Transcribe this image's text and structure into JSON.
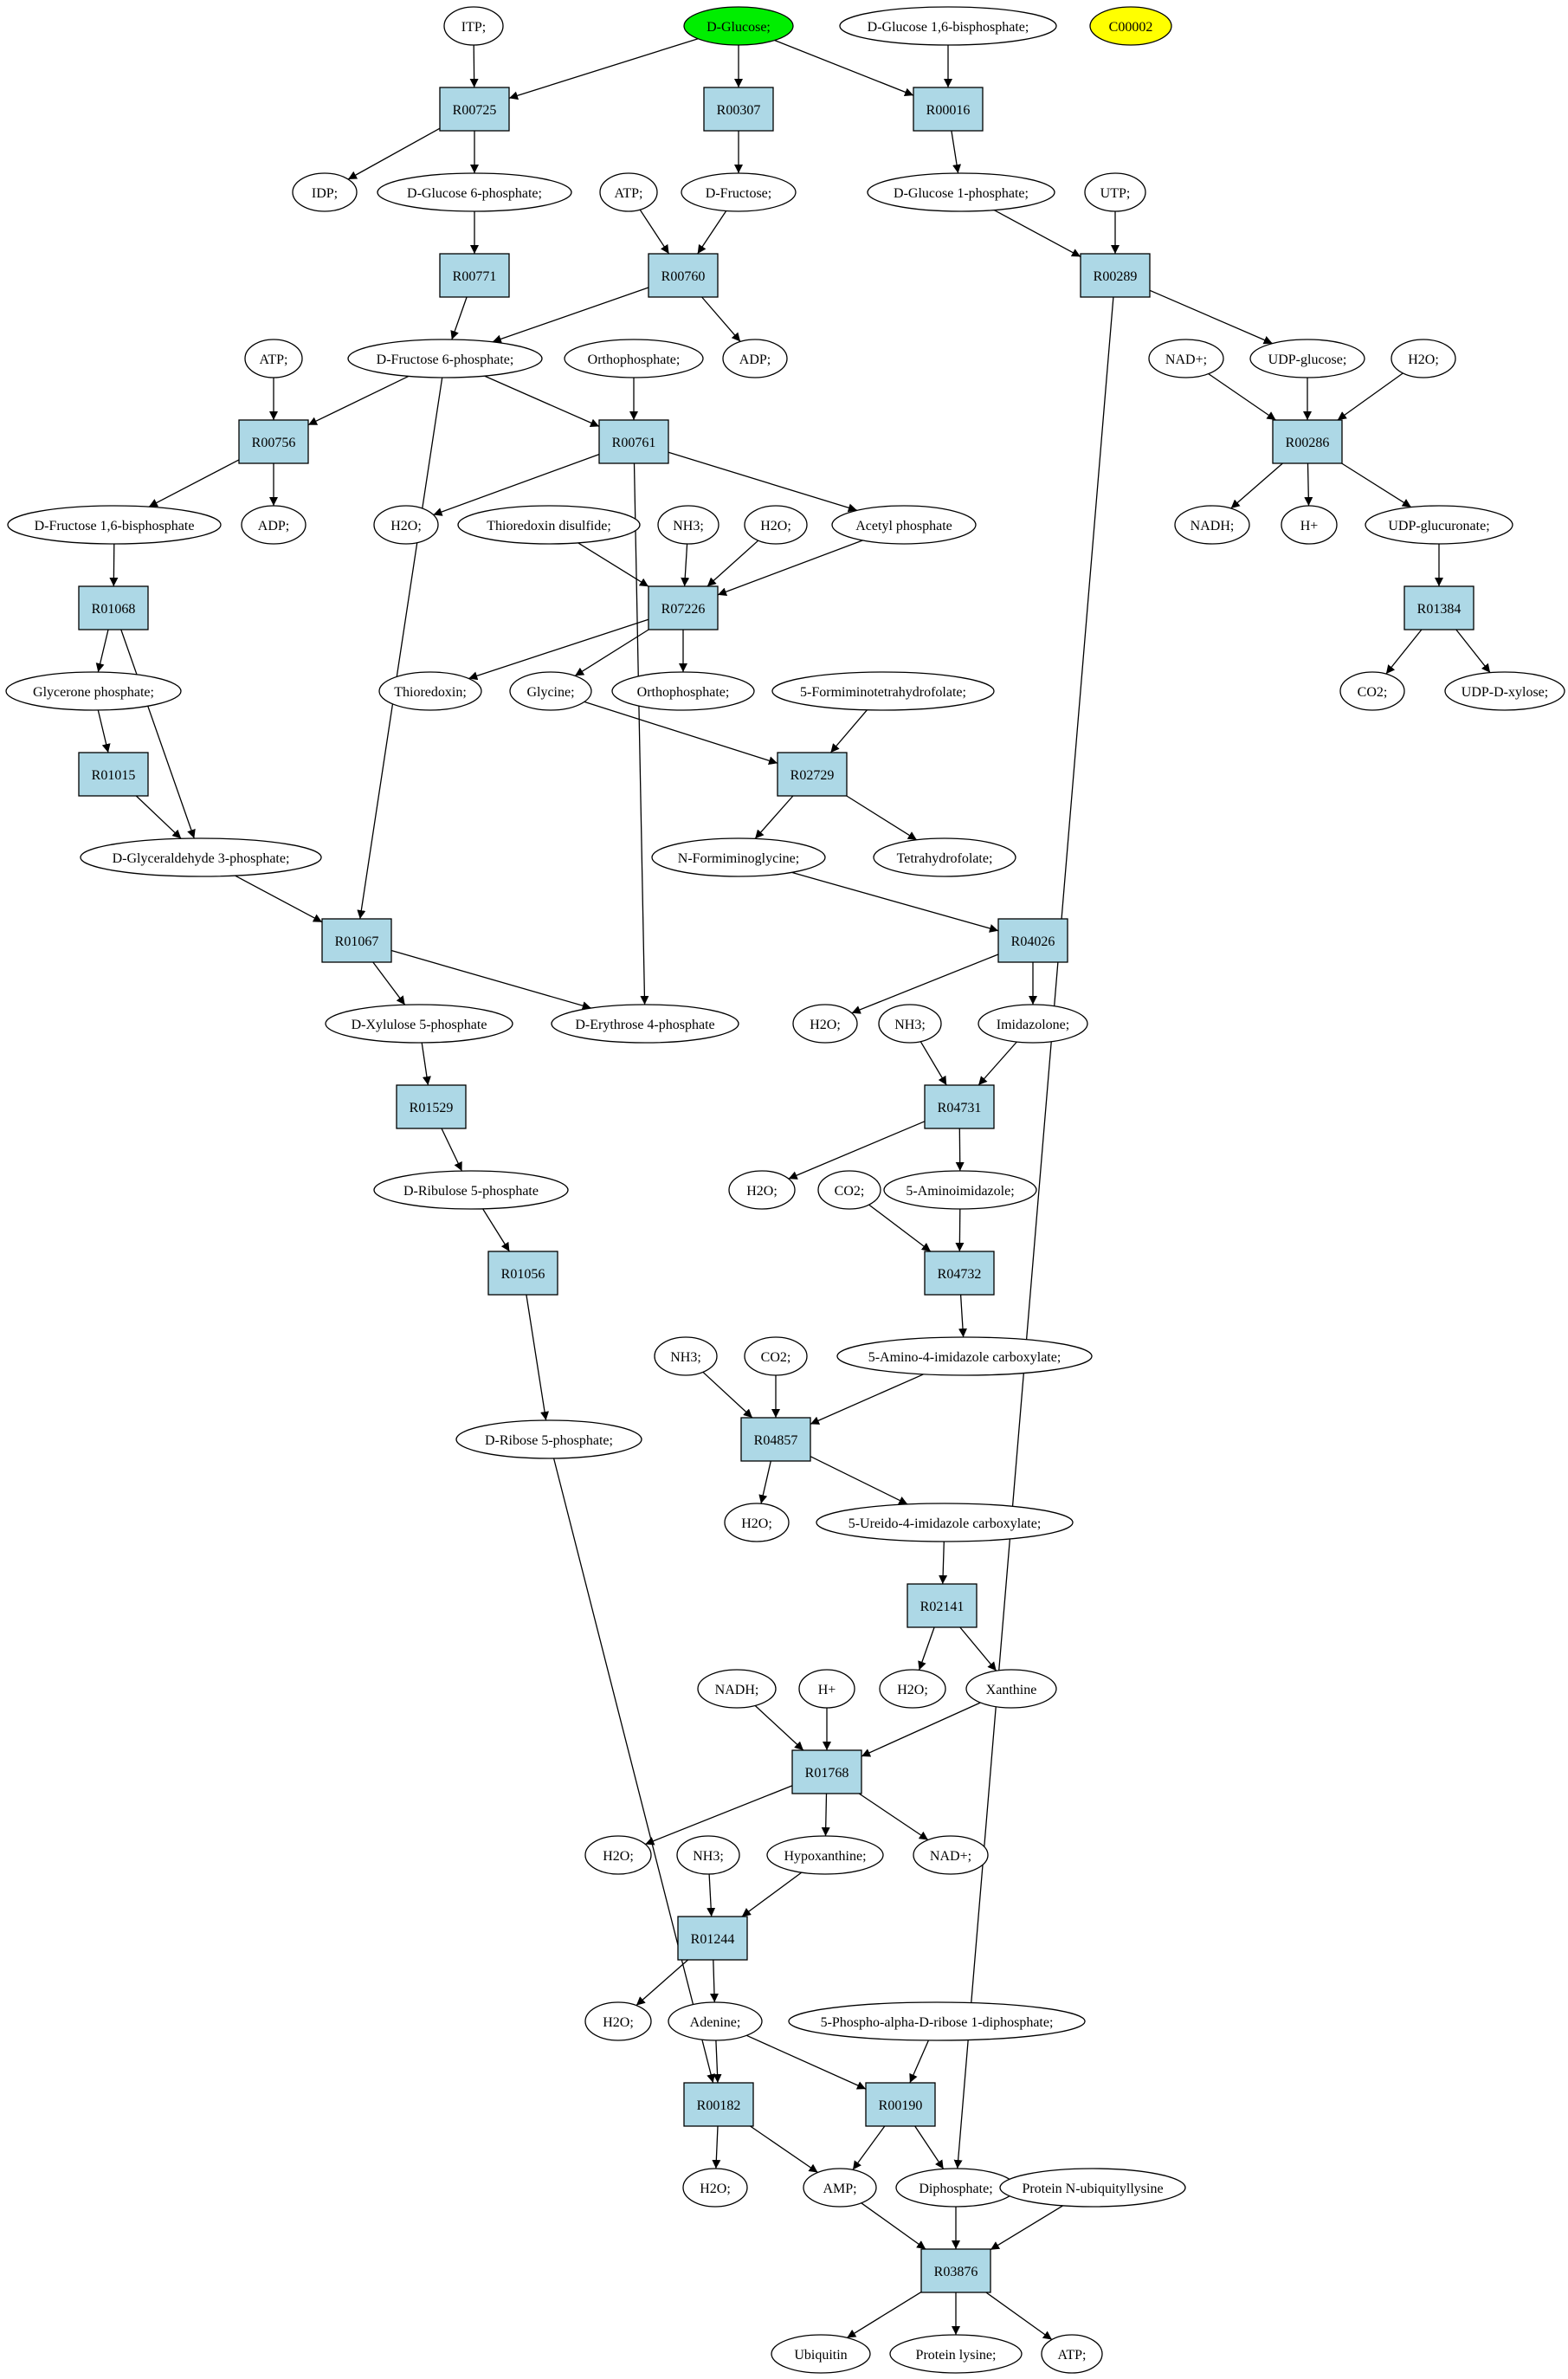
{
  "styles": {
    "reaction_fill": "#add8e6",
    "compound_fill": "#ffffff",
    "start_fill": "#00ee00",
    "highlight_fill": "#ffff00",
    "stroke": "#000000"
  },
  "nodes": [
    {
      "id": "itp",
      "label": "ITP;",
      "kind": "compound"
    },
    {
      "id": "glucose",
      "label": "D-Glucose;",
      "kind": "start"
    },
    {
      "id": "g16bp",
      "label": "D-Glucose 1,6-bisphosphate;",
      "kind": "compound"
    },
    {
      "id": "c00002",
      "label": "C00002",
      "kind": "highlight"
    },
    {
      "id": "R00725",
      "label": "R00725",
      "kind": "reaction"
    },
    {
      "id": "R00307",
      "label": "R00307",
      "kind": "reaction"
    },
    {
      "id": "R00016",
      "label": "R00016",
      "kind": "reaction"
    },
    {
      "id": "idp",
      "label": "IDP;",
      "kind": "compound"
    },
    {
      "id": "g6p",
      "label": "D-Glucose 6-phosphate;",
      "kind": "compound"
    },
    {
      "id": "atp1",
      "label": "ATP;",
      "kind": "compound"
    },
    {
      "id": "fructose",
      "label": "D-Fructose;",
      "kind": "compound"
    },
    {
      "id": "g1p",
      "label": "D-Glucose 1-phosphate;",
      "kind": "compound"
    },
    {
      "id": "utp",
      "label": "UTP;",
      "kind": "compound"
    },
    {
      "id": "R00771",
      "label": "R00771",
      "kind": "reaction"
    },
    {
      "id": "R00760",
      "label": "R00760",
      "kind": "reaction"
    },
    {
      "id": "R00289",
      "label": "R00289",
      "kind": "reaction"
    },
    {
      "id": "atp2",
      "label": "ATP;",
      "kind": "compound"
    },
    {
      "id": "f6p",
      "label": "D-Fructose 6-phosphate;",
      "kind": "compound"
    },
    {
      "id": "ortho1",
      "label": "Orthophosphate;",
      "kind": "compound"
    },
    {
      "id": "adp1",
      "label": "ADP;",
      "kind": "compound"
    },
    {
      "id": "nad1",
      "label": "NAD+;",
      "kind": "compound"
    },
    {
      "id": "udpglc",
      "label": "UDP-glucose;",
      "kind": "compound"
    },
    {
      "id": "h2o_a",
      "label": "H2O;",
      "kind": "compound"
    },
    {
      "id": "R00756",
      "label": "R00756",
      "kind": "reaction"
    },
    {
      "id": "R00761",
      "label": "R00761",
      "kind": "reaction"
    },
    {
      "id": "R00286",
      "label": "R00286",
      "kind": "reaction"
    },
    {
      "id": "f16bp",
      "label": "D-Fructose 1,6-bisphosphate",
      "kind": "compound"
    },
    {
      "id": "adp2",
      "label": "ADP;",
      "kind": "compound"
    },
    {
      "id": "h2o_b",
      "label": "H2O;",
      "kind": "compound"
    },
    {
      "id": "trxss",
      "label": "Thioredoxin disulfide;",
      "kind": "compound"
    },
    {
      "id": "nh3_a",
      "label": "NH3;",
      "kind": "compound"
    },
    {
      "id": "h2o_c",
      "label": "H2O;",
      "kind": "compound"
    },
    {
      "id": "acp",
      "label": "Acetyl phosphate",
      "kind": "compound"
    },
    {
      "id": "nadh1",
      "label": "NADH;",
      "kind": "compound"
    },
    {
      "id": "hplus1",
      "label": "H+",
      "kind": "compound"
    },
    {
      "id": "udpglcA",
      "label": "UDP-glucuronate;",
      "kind": "compound"
    },
    {
      "id": "R01068",
      "label": "R01068",
      "kind": "reaction"
    },
    {
      "id": "R07226",
      "label": "R07226",
      "kind": "reaction"
    },
    {
      "id": "R01384",
      "label": "R01384",
      "kind": "reaction"
    },
    {
      "id": "glycp",
      "label": "Glycerone phosphate;",
      "kind": "compound"
    },
    {
      "id": "trx",
      "label": "Thioredoxin;",
      "kind": "compound"
    },
    {
      "id": "glycine",
      "label": "Glycine;",
      "kind": "compound"
    },
    {
      "id": "ortho2",
      "label": "Orthophosphate;",
      "kind": "compound"
    },
    {
      "id": "fthf",
      "label": "5-Formiminotetrahydrofolate;",
      "kind": "compound"
    },
    {
      "id": "co2_a",
      "label": "CO2;",
      "kind": "compound"
    },
    {
      "id": "udpxyl",
      "label": "UDP-D-xylose;",
      "kind": "compound"
    },
    {
      "id": "R01015",
      "label": "R01015",
      "kind": "reaction"
    },
    {
      "id": "R02729",
      "label": "R02729",
      "kind": "reaction"
    },
    {
      "id": "g3p",
      "label": "D-Glyceraldehyde 3-phosphate;",
      "kind": "compound"
    },
    {
      "id": "nfg",
      "label": "N-Formiminoglycine;",
      "kind": "compound"
    },
    {
      "id": "thf",
      "label": "Tetrahydrofolate;",
      "kind": "compound"
    },
    {
      "id": "R01067",
      "label": "R01067",
      "kind": "reaction"
    },
    {
      "id": "R04026",
      "label": "R04026",
      "kind": "reaction"
    },
    {
      "id": "x5p",
      "label": "D-Xylulose 5-phosphate",
      "kind": "compound"
    },
    {
      "id": "e4p",
      "label": "D-Erythrose 4-phosphate",
      "kind": "compound"
    },
    {
      "id": "h2o_d",
      "label": "H2O;",
      "kind": "compound"
    },
    {
      "id": "nh3_b",
      "label": "NH3;",
      "kind": "compound"
    },
    {
      "id": "imidazolone",
      "label": "Imidazolone;",
      "kind": "compound"
    },
    {
      "id": "R01529",
      "label": "R01529",
      "kind": "reaction"
    },
    {
      "id": "R04731",
      "label": "R04731",
      "kind": "reaction"
    },
    {
      "id": "ru5p",
      "label": "D-Ribulose 5-phosphate",
      "kind": "compound"
    },
    {
      "id": "h2o_e",
      "label": "H2O;",
      "kind": "compound"
    },
    {
      "id": "co2_b",
      "label": "CO2;",
      "kind": "compound"
    },
    {
      "id": "aim",
      "label": "5-Aminoimidazole;",
      "kind": "compound"
    },
    {
      "id": "R01056",
      "label": "R01056",
      "kind": "reaction"
    },
    {
      "id": "R04732",
      "label": "R04732",
      "kind": "reaction"
    },
    {
      "id": "nh3_c",
      "label": "NH3;",
      "kind": "compound"
    },
    {
      "id": "co2_c",
      "label": "CO2;",
      "kind": "compound"
    },
    {
      "id": "aica",
      "label": "5-Amino-4-imidazole carboxylate;",
      "kind": "compound"
    },
    {
      "id": "r5p",
      "label": "D-Ribose 5-phosphate;",
      "kind": "compound"
    },
    {
      "id": "R04857",
      "label": "R04857",
      "kind": "reaction"
    },
    {
      "id": "h2o_f",
      "label": "H2O;",
      "kind": "compound"
    },
    {
      "id": "uica",
      "label": "5-Ureido-4-imidazole carboxylate;",
      "kind": "compound"
    },
    {
      "id": "R02141",
      "label": "R02141",
      "kind": "reaction"
    },
    {
      "id": "nadh2",
      "label": "NADH;",
      "kind": "compound"
    },
    {
      "id": "hplus2",
      "label": "H+",
      "kind": "compound"
    },
    {
      "id": "h2o_g",
      "label": "H2O;",
      "kind": "compound"
    },
    {
      "id": "xanthine",
      "label": "Xanthine",
      "kind": "compound"
    },
    {
      "id": "R01768",
      "label": "R01768",
      "kind": "reaction"
    },
    {
      "id": "h2o_h",
      "label": "H2O;",
      "kind": "compound"
    },
    {
      "id": "nh3_d",
      "label": "NH3;",
      "kind": "compound"
    },
    {
      "id": "hypox",
      "label": "Hypoxanthine;",
      "kind": "compound"
    },
    {
      "id": "nad2",
      "label": "NAD+;",
      "kind": "compound"
    },
    {
      "id": "R01244",
      "label": "R01244",
      "kind": "reaction"
    },
    {
      "id": "h2o_i",
      "label": "H2O;",
      "kind": "compound"
    },
    {
      "id": "adenine",
      "label": "Adenine;",
      "kind": "compound"
    },
    {
      "id": "prpp",
      "label": "5-Phospho-alpha-D-ribose 1-diphosphate;",
      "kind": "compound"
    },
    {
      "id": "R00182",
      "label": "R00182",
      "kind": "reaction"
    },
    {
      "id": "R00190",
      "label": "R00190",
      "kind": "reaction"
    },
    {
      "id": "h2o_j",
      "label": "H2O;",
      "kind": "compound"
    },
    {
      "id": "amp",
      "label": "AMP;",
      "kind": "compound"
    },
    {
      "id": "ppi",
      "label": "Diphosphate;",
      "kind": "compound"
    },
    {
      "id": "pnul",
      "label": "Protein N-ubiquityllysine",
      "kind": "compound"
    },
    {
      "id": "R03876",
      "label": "R03876",
      "kind": "reaction"
    },
    {
      "id": "ubiquitin",
      "label": "Ubiquitin",
      "kind": "compound"
    },
    {
      "id": "plys",
      "label": "Protein lysine;",
      "kind": "compound"
    },
    {
      "id": "atp3",
      "label": "ATP;",
      "kind": "compound"
    }
  ],
  "edges": [
    [
      "itp",
      "R00725"
    ],
    [
      "glucose",
      "R00725"
    ],
    [
      "glucose",
      "R00307"
    ],
    [
      "glucose",
      "R00016"
    ],
    [
      "g16bp",
      "R00016"
    ],
    [
      "R00725",
      "idp"
    ],
    [
      "R00725",
      "g6p"
    ],
    [
      "R00307",
      "fructose"
    ],
    [
      "R00016",
      "g1p"
    ],
    [
      "g6p",
      "R00771"
    ],
    [
      "atp1",
      "R00760"
    ],
    [
      "fructose",
      "R00760"
    ],
    [
      "g1p",
      "R00289"
    ],
    [
      "utp",
      "R00289"
    ],
    [
      "R00771",
      "f6p"
    ],
    [
      "R00760",
      "f6p"
    ],
    [
      "R00760",
      "adp1"
    ],
    [
      "R00289",
      "udpglc"
    ],
    [
      "R00289",
      "ppi"
    ],
    [
      "atp2",
      "R00756"
    ],
    [
      "f6p",
      "R00756"
    ],
    [
      "f6p",
      "R00761"
    ],
    [
      "f6p",
      "R01067"
    ],
    [
      "ortho1",
      "R00761"
    ],
    [
      "nad1",
      "R00286"
    ],
    [
      "udpglc",
      "R00286"
    ],
    [
      "h2o_a",
      "R00286"
    ],
    [
      "R00756",
      "f16bp"
    ],
    [
      "R00756",
      "adp2"
    ],
    [
      "R00761",
      "h2o_b"
    ],
    [
      "R00761",
      "acp"
    ],
    [
      "R00761",
      "e4p"
    ],
    [
      "R00286",
      "nadh1"
    ],
    [
      "R00286",
      "hplus1"
    ],
    [
      "R00286",
      "udpglcA"
    ],
    [
      "f16bp",
      "R01068"
    ],
    [
      "trxss",
      "R07226"
    ],
    [
      "nh3_a",
      "R07226"
    ],
    [
      "h2o_c",
      "R07226"
    ],
    [
      "acp",
      "R07226"
    ],
    [
      "udpglcA",
      "R01384"
    ],
    [
      "R01068",
      "glycp"
    ],
    [
      "R01068",
      "g3p"
    ],
    [
      "R07226",
      "trx"
    ],
    [
      "R07226",
      "glycine"
    ],
    [
      "R07226",
      "ortho2"
    ],
    [
      "R01384",
      "co2_a"
    ],
    [
      "R01384",
      "udpxyl"
    ],
    [
      "glycp",
      "R01015"
    ],
    [
      "glycine",
      "R02729"
    ],
    [
      "fthf",
      "R02729"
    ],
    [
      "R01015",
      "g3p"
    ],
    [
      "R02729",
      "nfg"
    ],
    [
      "R02729",
      "thf"
    ],
    [
      "g3p",
      "R01067"
    ],
    [
      "nfg",
      "R04026"
    ],
    [
      "R01067",
      "x5p"
    ],
    [
      "R01067",
      "e4p"
    ],
    [
      "R04026",
      "h2o_d"
    ],
    [
      "R04026",
      "imidazolone"
    ],
    [
      "x5p",
      "R01529"
    ],
    [
      "nh3_b",
      "R04731"
    ],
    [
      "imidazolone",
      "R04731"
    ],
    [
      "R01529",
      "ru5p"
    ],
    [
      "R04731",
      "h2o_e"
    ],
    [
      "R04731",
      "aim"
    ],
    [
      "ru5p",
      "R01056"
    ],
    [
      "co2_b",
      "R04732"
    ],
    [
      "aim",
      "R04732"
    ],
    [
      "R01056",
      "r5p"
    ],
    [
      "R04732",
      "aica"
    ],
    [
      "nh3_c",
      "R04857"
    ],
    [
      "co2_c",
      "R04857"
    ],
    [
      "aica",
      "R04857"
    ],
    [
      "R04857",
      "h2o_f"
    ],
    [
      "R04857",
      "uica"
    ],
    [
      "uica",
      "R02141"
    ],
    [
      "R02141",
      "h2o_g"
    ],
    [
      "R02141",
      "xanthine"
    ],
    [
      "nadh2",
      "R01768"
    ],
    [
      "hplus2",
      "R01768"
    ],
    [
      "xanthine",
      "R01768"
    ],
    [
      "R01768",
      "h2o_h"
    ],
    [
      "R01768",
      "hypox"
    ],
    [
      "R01768",
      "nad2"
    ],
    [
      "nh3_d",
      "R01244"
    ],
    [
      "hypox",
      "R01244"
    ],
    [
      "R01244",
      "h2o_i"
    ],
    [
      "R01244",
      "adenine"
    ],
    [
      "r5p",
      "R00182"
    ],
    [
      "adenine",
      "R00182"
    ],
    [
      "adenine",
      "R00190"
    ],
    [
      "prpp",
      "R00190"
    ],
    [
      "R00182",
      "h2o_j"
    ],
    [
      "R00182",
      "amp"
    ],
    [
      "R00190",
      "amp"
    ],
    [
      "R00190",
      "ppi"
    ],
    [
      "amp",
      "R03876"
    ],
    [
      "ppi",
      "R03876"
    ],
    [
      "pnul",
      "R03876"
    ],
    [
      "R03876",
      "ubiquitin"
    ],
    [
      "R03876",
      "plys"
    ],
    [
      "R03876",
      "atp3"
    ]
  ]
}
